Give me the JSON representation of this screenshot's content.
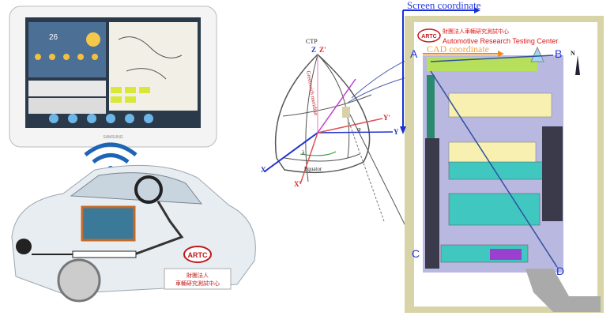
{
  "tablet": {
    "brand": "SAMSUNG",
    "clock": "26"
  },
  "car": {
    "badge": "ARTC",
    "plate_line1": "財團法人",
    "plate_line2": "車輛研究測試中心"
  },
  "globe": {
    "ctp": "CTP",
    "z_label": "Z",
    "z_prime_label": "Z'",
    "meridian": "Greenwich meridian",
    "equator": "Equator",
    "x_label": "X",
    "x_prime_label": "X'",
    "y_label": "Y",
    "y_prime_label": "Y'",
    "lambda": "λ",
    "phi": "φ"
  },
  "map": {
    "screen_coordinate": "Screen coordinate",
    "cad_coordinate": "CAD coordinate",
    "logo": "ARTC",
    "org_cn": "財團法人車輛研究測試中心",
    "org_en": "Automotive Research Testing Center",
    "corners": [
      "A",
      "B",
      "C",
      "D"
    ],
    "north": "N"
  },
  "colors": {
    "blue": "#1a2fd6",
    "red": "#e01818",
    "orange": "#f08a20",
    "frame": "#d8d4a8"
  }
}
